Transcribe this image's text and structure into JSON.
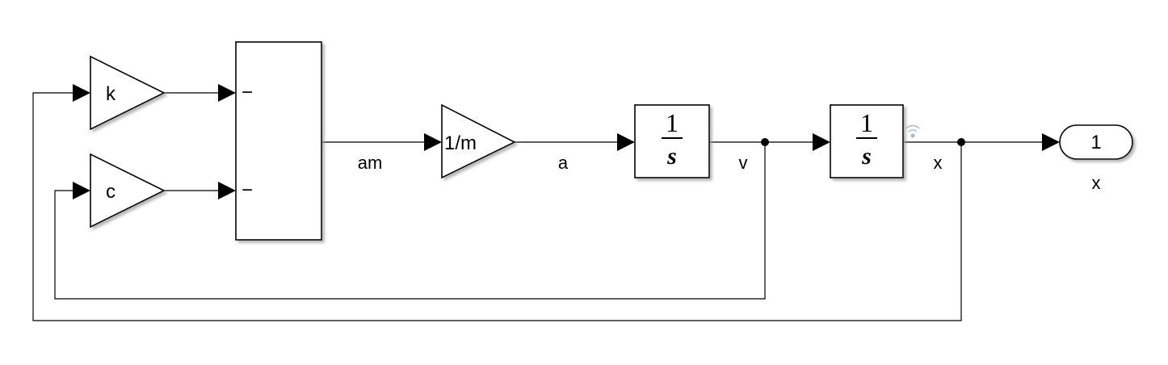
{
  "blocks": {
    "gain_k": "k",
    "gain_c": "c",
    "gain_inv_m": "1/m",
    "sum_sign_top": "−",
    "sum_sign_bottom": "−",
    "integrator_1": {
      "numerator": "1",
      "denominator": "s"
    },
    "integrator_2": {
      "numerator": "1",
      "denominator": "s"
    },
    "outport_number": "1",
    "outport_name": "x"
  },
  "signals": {
    "am": "am",
    "a": "a",
    "v": "v",
    "x": "x"
  },
  "colors": {
    "line": "#000000",
    "block_fill": "#ffffff",
    "shadow": "#bfbfbf",
    "signal_icon": "#9bb6d6"
  }
}
